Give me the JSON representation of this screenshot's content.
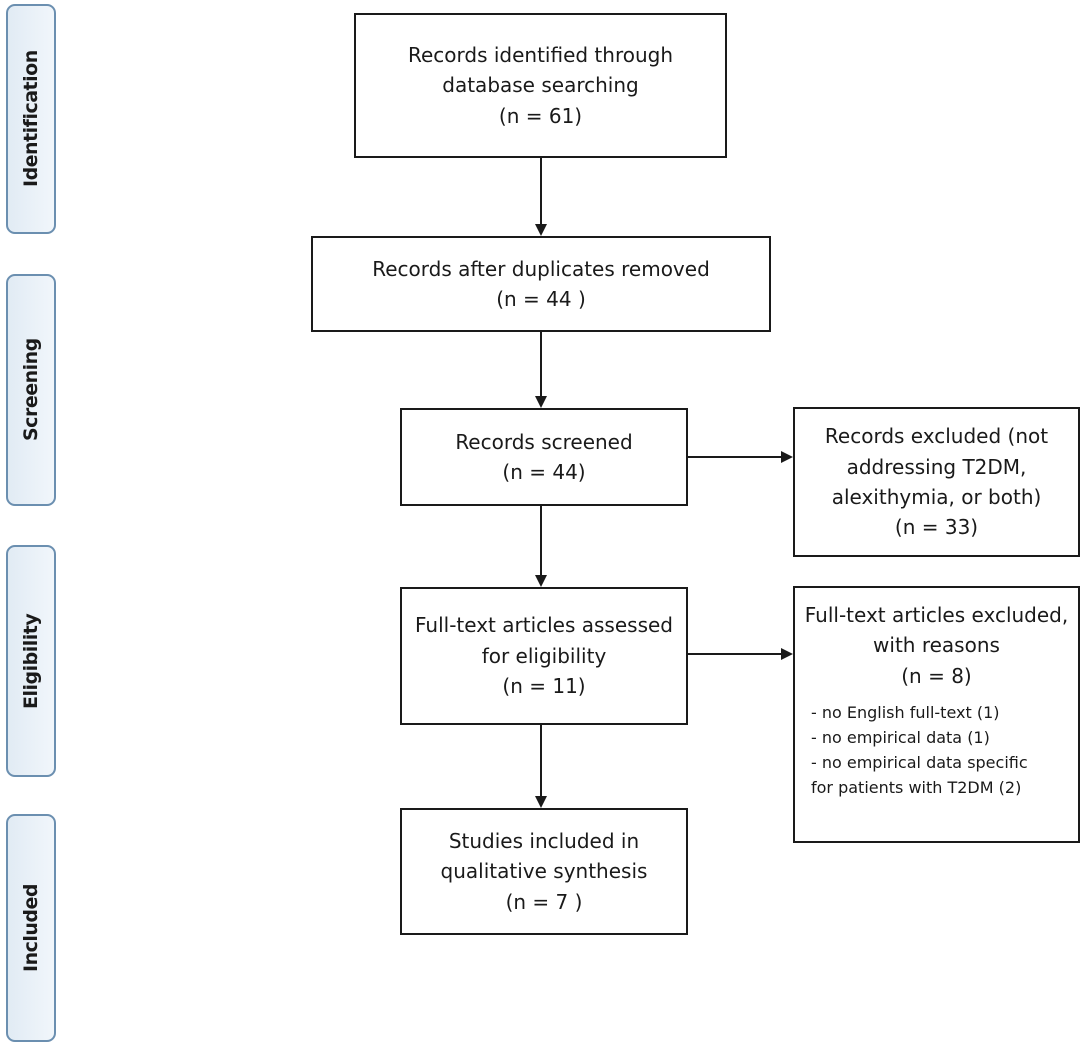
{
  "stages": {
    "identification": "Identification",
    "screening": "Screening",
    "eligibility": "Eligibility",
    "included": "Included"
  },
  "boxes": {
    "identified": {
      "line1": "Records identified through",
      "line2": "database searching",
      "count": "(n =  61)"
    },
    "deduplicated": {
      "line1": "Records after duplicates removed",
      "count": "(n = 44 )"
    },
    "screened": {
      "line1": "Records screened",
      "count": "(n = 44)"
    },
    "excluded_records": {
      "line1": "Records excluded (not",
      "line2": "addressing T2DM,",
      "line3": "alexithymia, or both)",
      "count": "(n = 33)"
    },
    "fulltext_assessed": {
      "line1": "Full-text articles assessed",
      "line2": "for eligibility",
      "count": "(n = 11)"
    },
    "fulltext_excluded": {
      "line1": "Full-text articles excluded,",
      "line2": "with reasons",
      "count": "(n = 8)",
      "reasons": [
        "- no English full-text (1)",
        "- no empirical data (1)",
        "- no empirical data specific",
        "for patients with T2DM (2)"
      ]
    },
    "included": {
      "line1": "Studies included in",
      "line2": "qualitative synthesis",
      "count": "(n = 7 )"
    }
  },
  "colors": {
    "stage_border": "#6b8fb0",
    "stage_fill": "#e1ebf4",
    "box_border": "#1a1a1a"
  }
}
